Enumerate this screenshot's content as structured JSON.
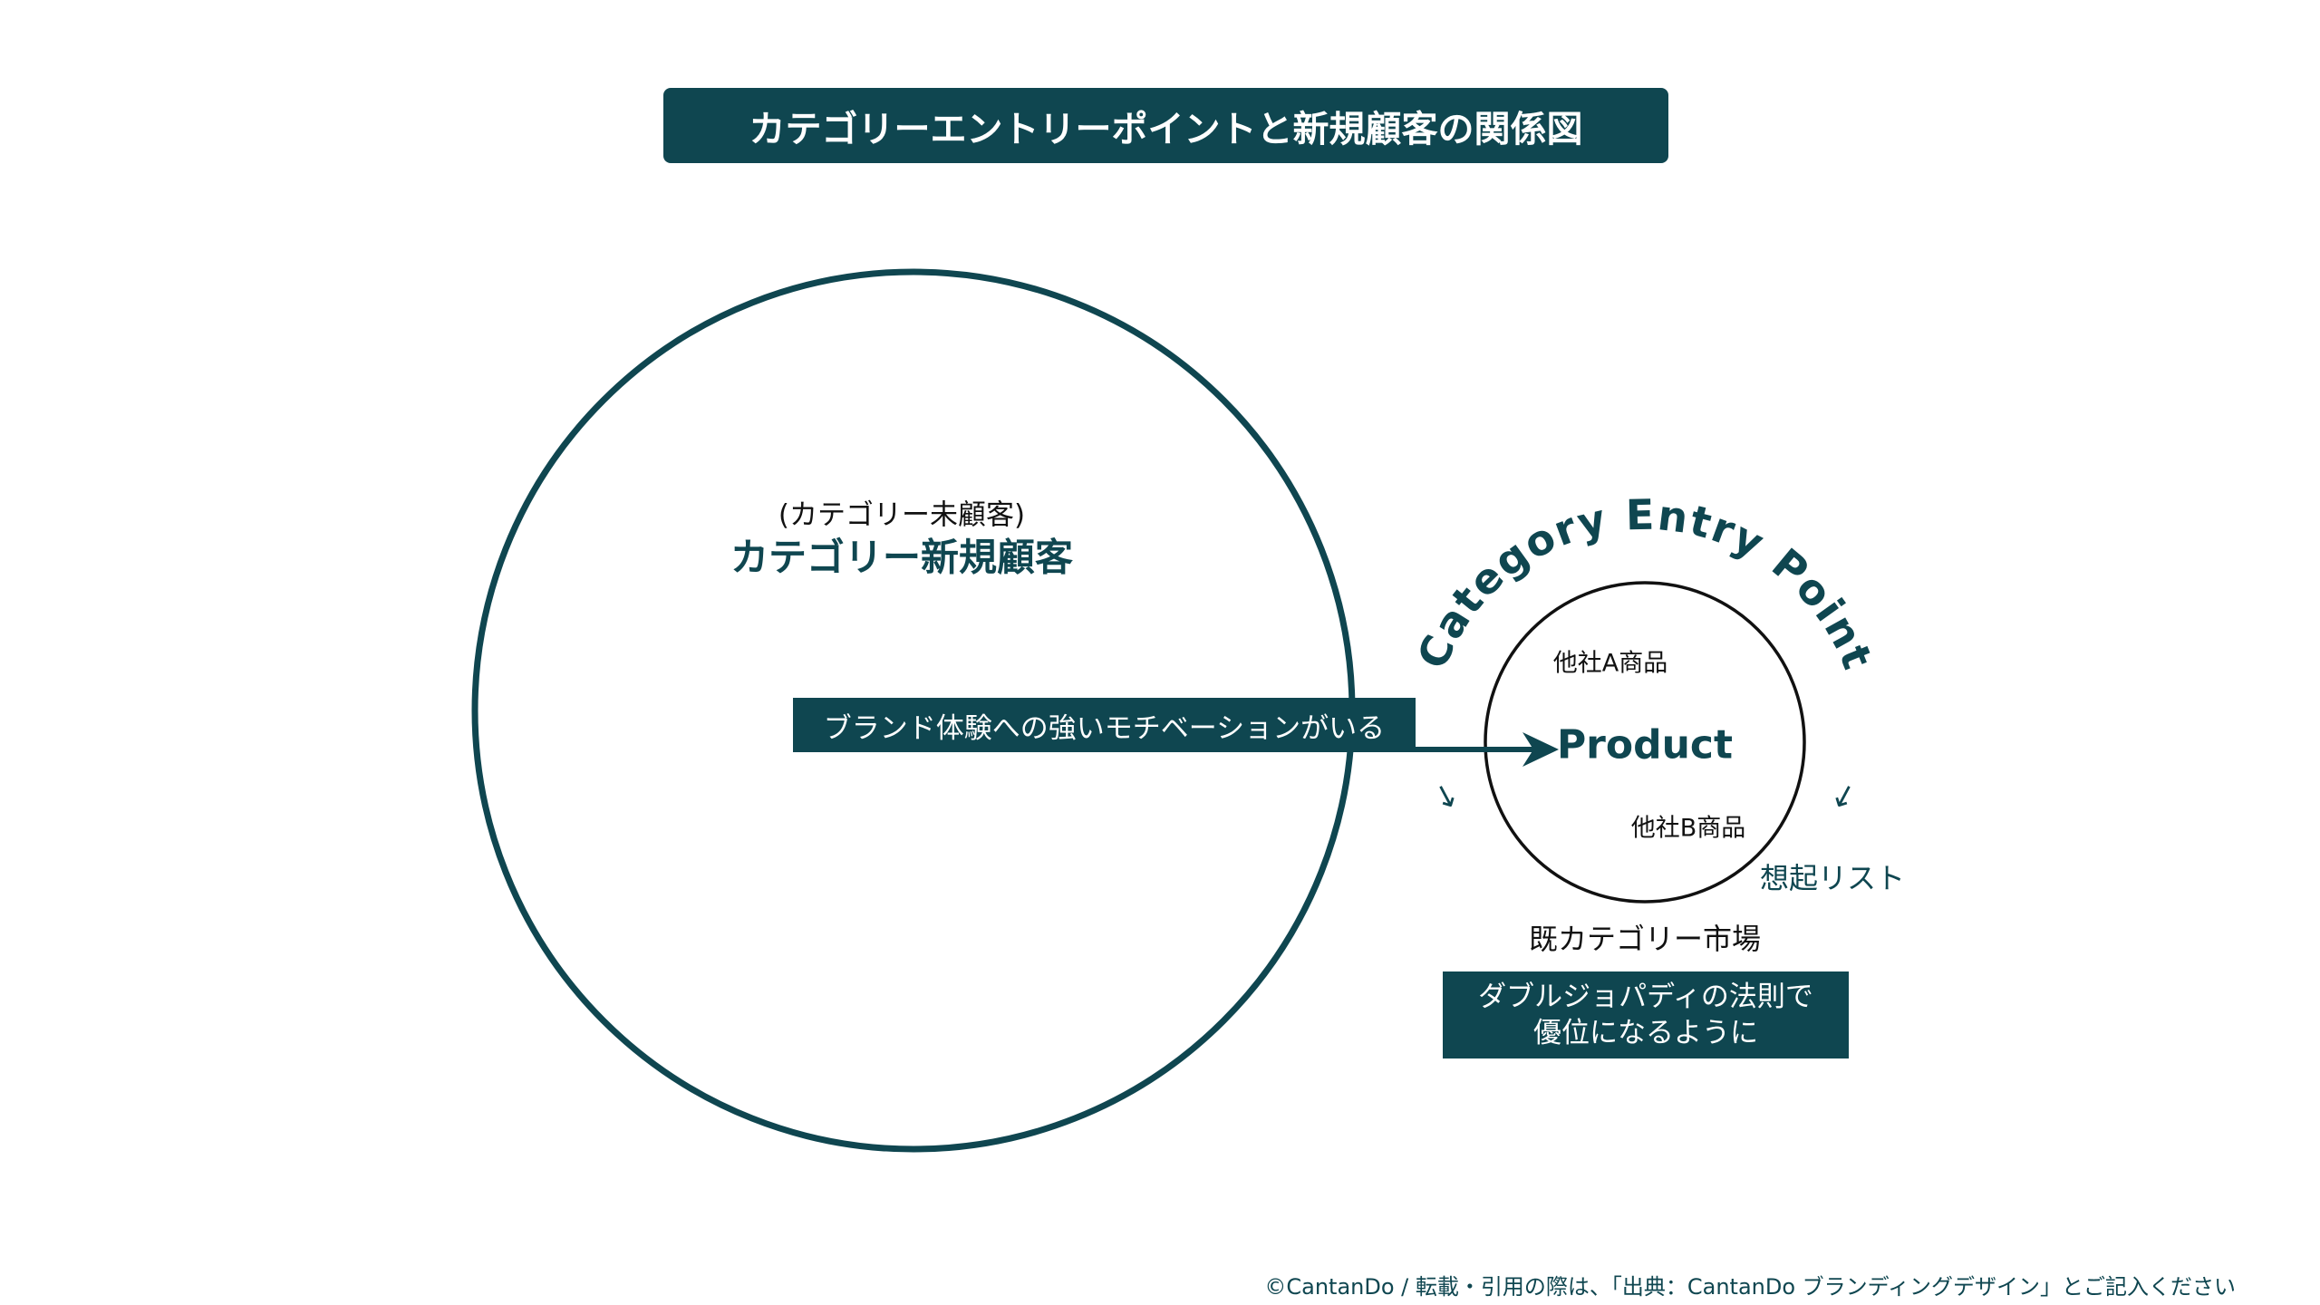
{
  "title": "カテゴリーエントリーポイントと新規顧客の関係図",
  "left_circle": {
    "sub_label": "(カテゴリー未顧客)",
    "main_label": "カテゴリー新規顧客"
  },
  "banner": "ブランド体験への強いモチベーションがいる",
  "right_circle": {
    "arc_label": "Category Entry Point",
    "arrow_glyph": "↓",
    "center_label": "Product",
    "item_a": "他社A商品",
    "item_b": "他社B商品",
    "recall_list": "想起リスト",
    "market_label": "既カテゴリー市場"
  },
  "bottom_box": {
    "line1": "ダブルジョパディの法則で",
    "line2": "優位になるように"
  },
  "footer": "©CantanDo / 転載・引用の際は、「出典：CantanDo ブランディングデザイン」とご記入ください",
  "colors": {
    "accent": "#0f4650",
    "text": "#111111",
    "background": "#ffffff"
  }
}
